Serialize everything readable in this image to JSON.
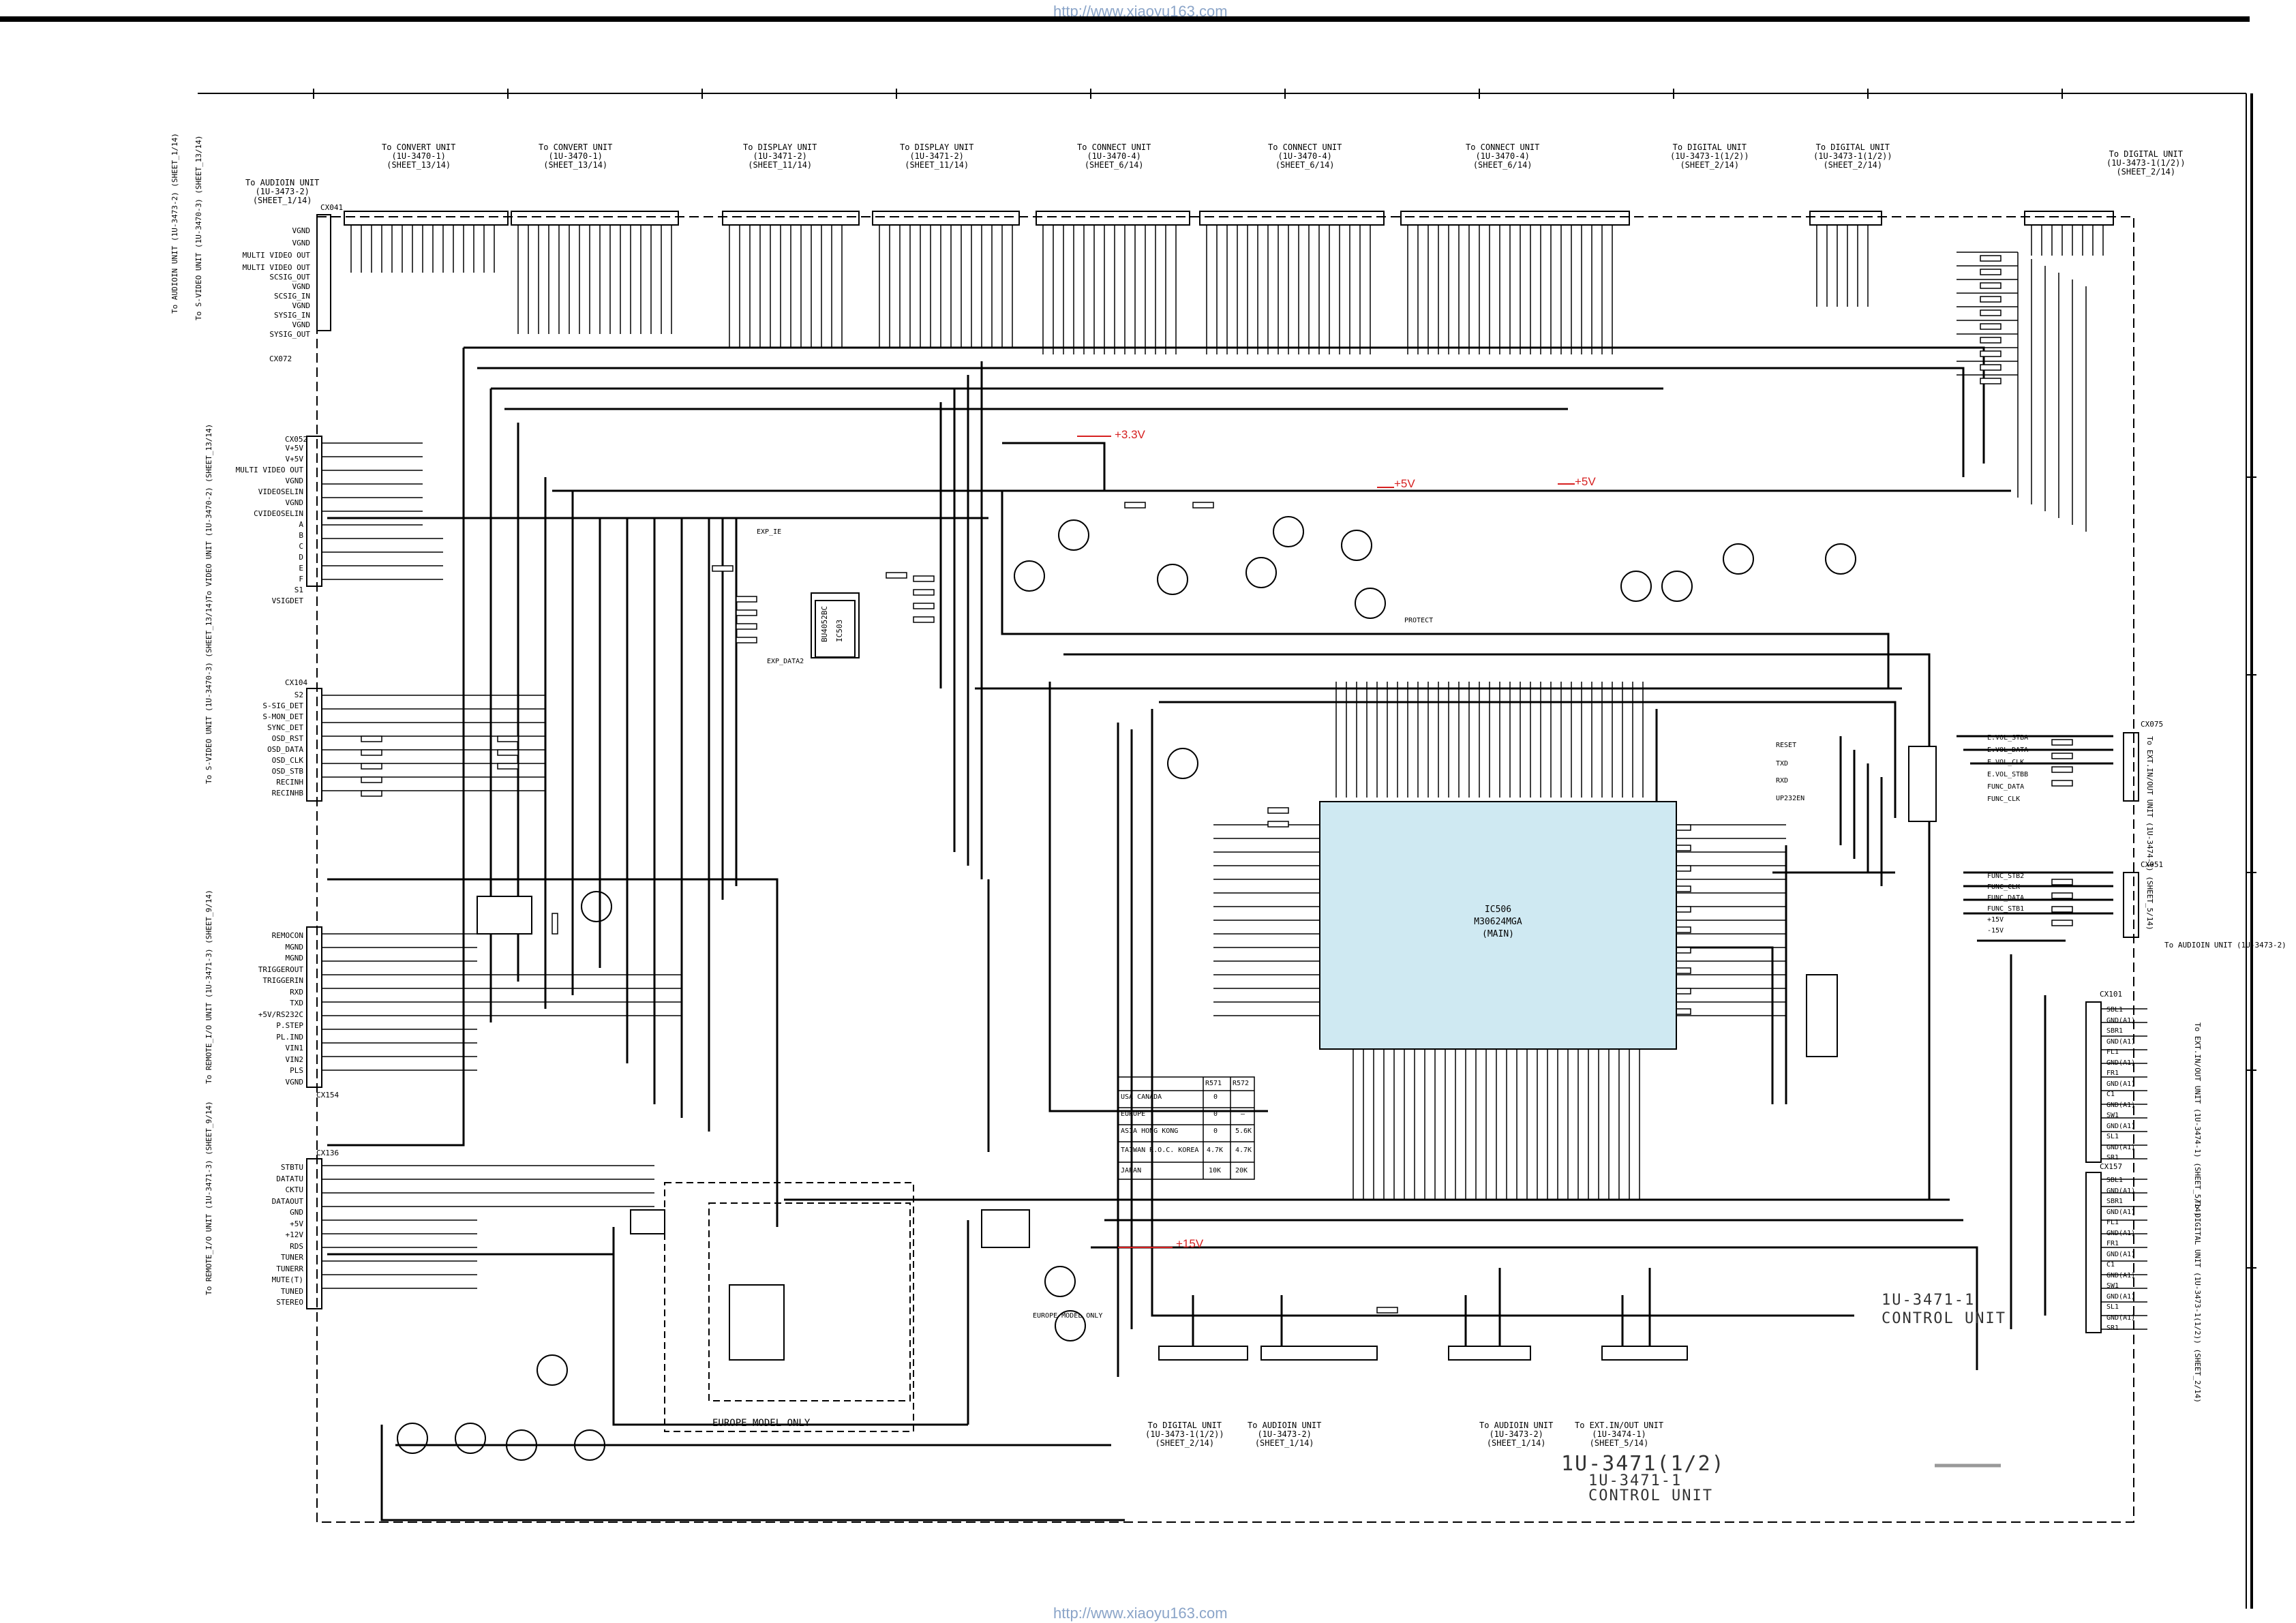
{
  "header": {
    "url_top": "http://www.xiaoyu163.com",
    "url_bottom": "http://www.xiaoyu163.com"
  },
  "connector_headers": [
    {
      "text": "To AUDIOIN UNIT\n(1U-3473-2)\n(SHEET_1/14)"
    },
    {
      "text": "To CONVERT UNIT\n(1U-3470-1)\n(SHEET_13/14)"
    },
    {
      "text": "To CONVERT UNIT\n(1U-3470-1)\n(SHEET_13/14)"
    },
    {
      "text": "To DISPLAY UNIT\n(1U-3471-2)\n(SHEET_11/14)"
    },
    {
      "text": "To DISPLAY UNIT\n(1U-3471-2)\n(SHEET_11/14)"
    },
    {
      "text": "To CONNECT UNIT\n(1U-3470-4)\n(SHEET_6/14)"
    },
    {
      "text": "To CONNECT UNIT\n(1U-3470-4)\n(SHEET_6/14)"
    },
    {
      "text": "To CONNECT UNIT\n(1U-3470-4)\n(SHEET_6/14)"
    },
    {
      "text": "To DIGITAL UNIT\n(1U-3473-1(1/2))\n(SHEET_2/14)"
    },
    {
      "text": "To DIGITAL UNIT\n(1U-3473-1(1/2))\n(SHEET_2/14)"
    },
    {
      "text": "To DIGITAL UNIT\n(1U-3473-1(1/2))\n(SHEET_2/14)"
    }
  ],
  "left_signals_1": [
    "VGND",
    "VGND",
    "MULTI VIDEO OUT",
    "MULTI VIDEO OUT"
  ],
  "left_signals_2": [
    "SCSIG_OUT",
    "VGND",
    "SCSIG_IN",
    "VGND",
    "SYSIG_IN",
    "VGND",
    "SYSIG_OUT"
  ],
  "left_signals_3": [
    "V+5V",
    "V+5V",
    "MULTI VIDEO OUT",
    "VGND",
    "VIDEOSELIN",
    "VGND",
    "CVIDEOSELIN",
    "A",
    "B",
    "C",
    "D",
    "E",
    "F",
    "S1",
    "VSIGDET"
  ],
  "left_signals_4": [
    "S2",
    "S-SIG_DET",
    "S-MON_DET",
    "SYNC_DET",
    "OSD_RST",
    "OSD_DATA",
    "OSD_CLK",
    "OSD_STB",
    "RECINH",
    "RECINHB"
  ],
  "left_signals_5": [
    "REMOCON",
    "MGND",
    "MGND",
    "TRIGGEROUT",
    "TRIGGERIN",
    "RXD",
    "TXD",
    "+5V/RS232C",
    "P.STEP",
    "PL.IND",
    "VIN1",
    "VIN2",
    "PLS",
    "VGND"
  ],
  "left_signals_6": [
    "STBTU",
    "DATATU",
    "CKTU",
    "DATAOUT",
    "GND",
    "+5V",
    "+12V",
    "RDS",
    "TUNER",
    "TUNERR",
    "MUTE(T)",
    "TUNED",
    "STEREO"
  ],
  "side_labels": [
    "To AUDIOIN UNIT (1U-3473-2) (SHEET_1/14)",
    "To S-VIDEO UNIT (1U-3470-3) (SHEET_13/14)",
    "To VIDEO UNIT (1U-3470-2) (SHEET_13/14)",
    "To S-VIDEO UNIT (1U-3470-3) (SHEET_13/14)",
    "To REMOTE_I/O UNIT (1U-3471-3) (SHEET_9/14)",
    "To REMOTE_I/O UNIT (1U-3471-3) (SHEET_9/14)"
  ],
  "connector_refs": {
    "cx041": "CX041",
    "cx072": "CX072",
    "cx052": "CX052",
    "cx104": "CX104",
    "cx154": "CX154",
    "cx136": "CX136",
    "cx075": "CX075",
    "cx051": "CX051",
    "cx101": "CX101",
    "cx157": "CX157"
  },
  "ic_main": {
    "ref": "IC506",
    "part": "M30624MGA",
    "note": "(MAIN)"
  },
  "ic_small": {
    "ref": "IC503",
    "part": "BU4052BC"
  },
  "rails": {
    "v33": "+3.3V",
    "v5a": "+5V",
    "v5b": "+5V",
    "v15": "+15V"
  },
  "mid_labels": {
    "protect": "PROTECT",
    "exp_ie": "EXP_IE",
    "exp_data2": "EXP_DATA2",
    "europe": "EUROPE MODEL ONLY",
    "europe_2": "EUROPE MODEL ONLY",
    "reset": "RESET",
    "txd": "TXD",
    "rxd": "RXD",
    "up232en": "UP232EN"
  },
  "right_signals_1": [
    "E.VOL_STBA",
    "E.VOL_DATA",
    "E.VOL_CLK",
    "E.VOL_STBB",
    "FUNC_DATA",
    "FUNC_CLK"
  ],
  "right_signals_2": [
    "FUNC_STB2",
    "FUNC_CLK",
    "FUNC_DATA",
    "FUNC_STB1",
    "+15V",
    "-15V"
  ],
  "right_signals_3": [
    "SBL1",
    "GND(A1)",
    "SBR1",
    "GND(A1)",
    "FL1",
    "GND(A1)",
    "FR1",
    "GND(A1)",
    "C1",
    "GND(A1)",
    "SW1",
    "GND(A1)",
    "SL1",
    "GND(A1)",
    "SR1"
  ],
  "right_signals_4": [
    "SBL1",
    "GND(A1)",
    "SBR1",
    "GND(A1)",
    "FL1",
    "GND(A1)",
    "FR1",
    "GND(A1)",
    "C1",
    "GND(A1)",
    "SW1",
    "GND(A1)",
    "SL1",
    "GND(A1)",
    "SR1"
  ],
  "right_side_labels": [
    "To EXT.IN/OUT UNIT (1U-3474-1) (SHEET_5/14)",
    "To AUDIOIN UNIT (1U-3473-2)",
    "To EXT.IN/OUT UNIT (1U-3474-1) (SHEET_5/14)",
    "To DIGITAL UNIT (1U-3473-1(1/2)) (SHEET_2/14)"
  ],
  "bottom_headers": [
    "To DIGITAL UNIT\n(1U-3473-1(1/2))\n(SHEET_2/14)",
    "To AUDIOIN UNIT\n(1U-3473-2)\n(SHEET_1/14)",
    "To AUDIOIN UNIT\n(1U-3473-2)\n(SHEET_1/14)",
    "To EXT.IN/OUT UNIT\n(1U-3474-1)\n(SHEET_5/14)"
  ],
  "titles": {
    "unit_small": "1U-3471-1",
    "unit_small_2": "CONTROL UNIT",
    "unit_big": "1U-3471(1/2)",
    "unit_big_2": "1U-3471-1",
    "unit_big_3": "CONTROL UNIT"
  },
  "table": {
    "head": [
      "",
      "R571",
      "R572"
    ],
    "rows": [
      [
        "USA CANADA",
        "0",
        ""
      ],
      [
        "EUROPE",
        "0",
        "—"
      ],
      [
        "ASIA HONG KONG",
        "0",
        "5.6K"
      ],
      [
        "TAIWAN R.O.C. KOREA",
        "4.7K",
        "4.7K"
      ],
      [
        "JAPAN",
        "10K",
        "20K"
      ]
    ]
  },
  "colors": {
    "ic_fill": "#cfe9f2",
    "rail": "#d62020",
    "wire": "#000000"
  }
}
